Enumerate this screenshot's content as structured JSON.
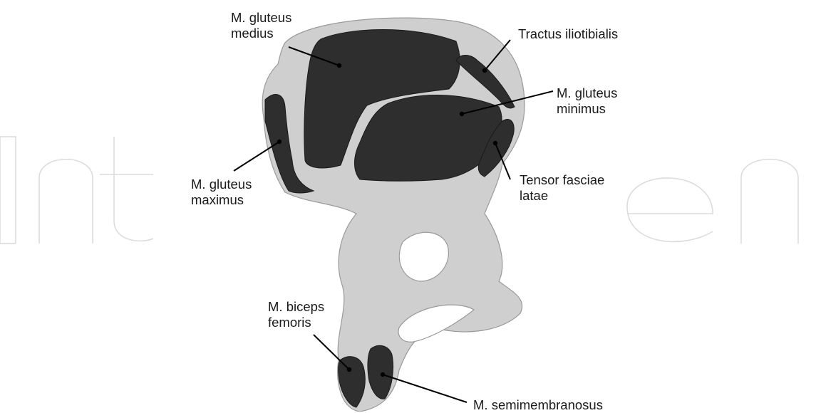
{
  "labels": {
    "gluteus_medius": [
      "M. gluteus",
      "medius"
    ],
    "tractus_iliotibialis": [
      "Tractus iliotibialis"
    ],
    "gluteus_minimus": [
      "M. gluteus",
      "minimus"
    ],
    "gluteus_maximus": [
      "M. gluteus",
      "maximus"
    ],
    "tensor_fasciae_latae": [
      "Tensor fasciae",
      "latae"
    ],
    "biceps_femoris": [
      "M. biceps",
      "femoris"
    ],
    "semimembranosus": [
      "M. semimembranosus"
    ]
  },
  "colors": {
    "bone": "#cfcfcf",
    "muscle_attachment": "#2e2e2e",
    "watermark": "#dcdcdc",
    "text": "#1a1a1a"
  }
}
